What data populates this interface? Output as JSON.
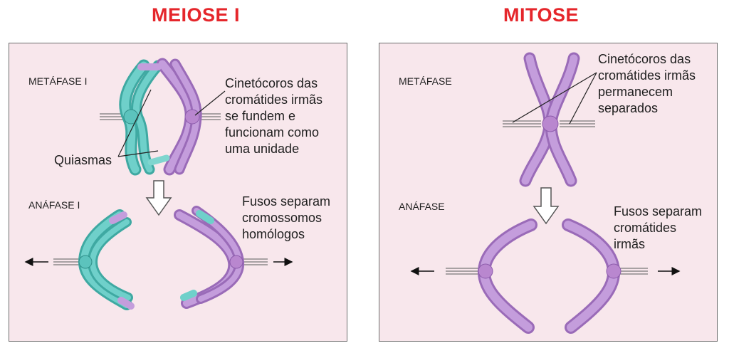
{
  "titles": {
    "left": "MEIOSE I",
    "right": "MITOSE"
  },
  "meiosis": {
    "metaphase_label": "METÁFASE I",
    "anaphase_label": "ANÁFASE I",
    "kinetochore_note": "Cinetócoros das\ncromátides irmãs\nse fundem e\nfuncionam como\numa unidade",
    "chiasma_label": "Quiasmas",
    "spindle_note": "Fusos separam\ncromossomos\nhomólogos"
  },
  "mitosis": {
    "metaphase_label": "METÁFASE",
    "anaphase_label": "ANÁFASE",
    "kinetochore_note": "Cinetócoros das\ncromátides irmãs\npermanecem\nseparados",
    "spindle_note": "Fusos separam\ncromátides\nirmãs"
  },
  "colors": {
    "title": "#e5262b",
    "panel": "#f8e7ec",
    "teal": "#5cc3bd",
    "purple": "#b58ad0",
    "centromere": "#b987cf"
  }
}
